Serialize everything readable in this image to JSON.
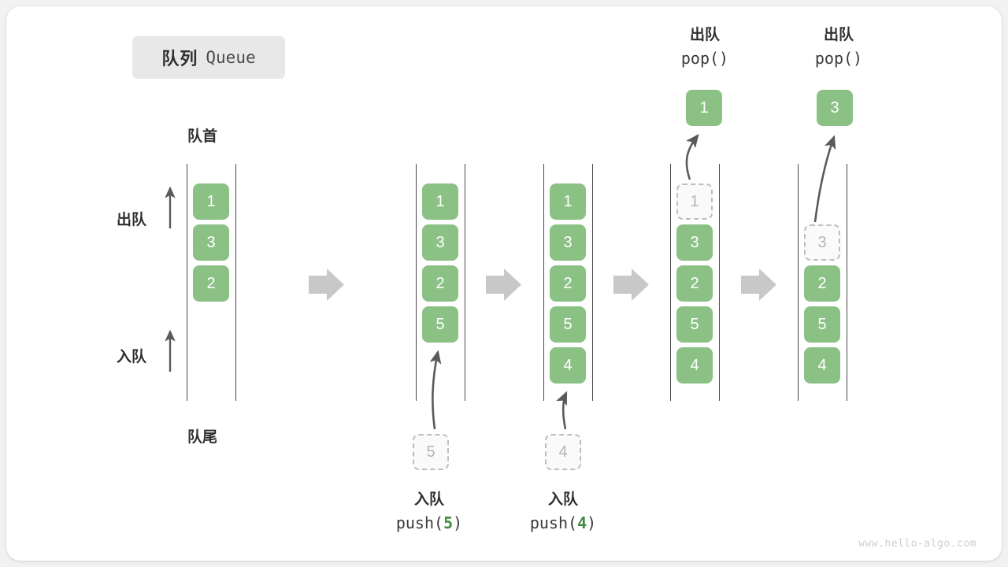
{
  "title": {
    "cn": "队列",
    "en": "Queue"
  },
  "labels": {
    "front": "队首",
    "rear": "队尾",
    "dequeue": "出队",
    "enqueue": "入队"
  },
  "watermark": "www.hello-algo.com",
  "colors": {
    "cell_fill": "#8cc185",
    "cell_text": "#ffffff",
    "ghost_fill": "#fafafa",
    "ghost_border": "#bdbdbd",
    "ghost_text": "#b5b5b5",
    "rail": "#4a4a4a",
    "arrow": "#5a5a5a",
    "step_arrow": "#c8c8c8",
    "badge_bg": "#e8e8e8",
    "code_number": "#3f8c3f",
    "watermark": "#cfcfcf"
  },
  "steps": [
    {
      "id": "step-1-initial",
      "cells": [
        {
          "value": "1",
          "state": "filled"
        },
        {
          "value": "3",
          "state": "filled"
        },
        {
          "value": "2",
          "state": "filled"
        }
      ],
      "empty_slots_below": 2,
      "incoming": null,
      "outgoing": null,
      "caption": null
    },
    {
      "id": "step-2-push-5",
      "cells": [
        {
          "value": "1",
          "state": "filled"
        },
        {
          "value": "3",
          "state": "filled"
        },
        {
          "value": "2",
          "state": "filled"
        },
        {
          "value": "5",
          "state": "filled"
        }
      ],
      "empty_slots_below": 1,
      "incoming": {
        "value": "5",
        "state": "ghost"
      },
      "outgoing": null,
      "caption": {
        "cn": "入队",
        "code_prefix": "push(",
        "code_number": "5",
        "code_suffix": ")"
      }
    },
    {
      "id": "step-3-push-4",
      "cells": [
        {
          "value": "1",
          "state": "filled"
        },
        {
          "value": "3",
          "state": "filled"
        },
        {
          "value": "2",
          "state": "filled"
        },
        {
          "value": "5",
          "state": "filled"
        },
        {
          "value": "4",
          "state": "filled"
        }
      ],
      "empty_slots_below": 0,
      "incoming": {
        "value": "4",
        "state": "ghost"
      },
      "outgoing": null,
      "caption": {
        "cn": "入队",
        "code_prefix": "push(",
        "code_number": "4",
        "code_suffix": ")"
      }
    },
    {
      "id": "step-4-pop-1",
      "cells": [
        {
          "value": "1",
          "state": "ghost"
        },
        {
          "value": "3",
          "state": "filled"
        },
        {
          "value": "2",
          "state": "filled"
        },
        {
          "value": "5",
          "state": "filled"
        },
        {
          "value": "4",
          "state": "filled"
        }
      ],
      "empty_slots_below": 0,
      "incoming": null,
      "outgoing": {
        "value": "1",
        "state": "filled"
      },
      "header": {
        "cn": "出队",
        "code": "pop()"
      }
    },
    {
      "id": "step-5-pop-3",
      "cells": [
        {
          "value": "",
          "state": "empty"
        },
        {
          "value": "3",
          "state": "ghost"
        },
        {
          "value": "2",
          "state": "filled"
        },
        {
          "value": "5",
          "state": "filled"
        },
        {
          "value": "4",
          "state": "filled"
        }
      ],
      "empty_slots_below": 0,
      "incoming": null,
      "outgoing": {
        "value": "3",
        "state": "filled"
      },
      "header": {
        "cn": "出队",
        "code": "pop()"
      }
    }
  ]
}
